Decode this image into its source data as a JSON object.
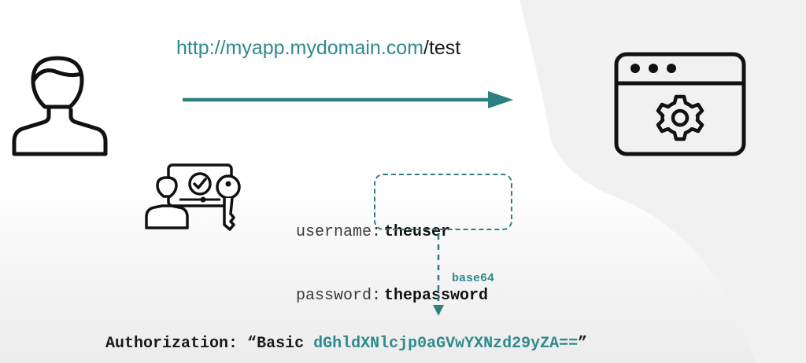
{
  "request": {
    "url_host": "http://myapp.mydomain.com",
    "url_path": "/test"
  },
  "credentials": {
    "username_label": "username:",
    "username_value": "theuser",
    "password_label": "password:",
    "password_value": "thepassword"
  },
  "encoding": {
    "label": "base64"
  },
  "header": {
    "name": "Authorization:",
    "open_quote": "“",
    "scheme": "Basic",
    "token": "dGhldXNlcjp0aGVwYXNzd29yZA==",
    "close_quote": "”"
  },
  "icons": {
    "client": "user-icon",
    "server": "browser-gear-icon",
    "auth": "credentials-key-icon"
  },
  "colors": {
    "accent": "#2e8a8c",
    "ink": "#111111"
  }
}
